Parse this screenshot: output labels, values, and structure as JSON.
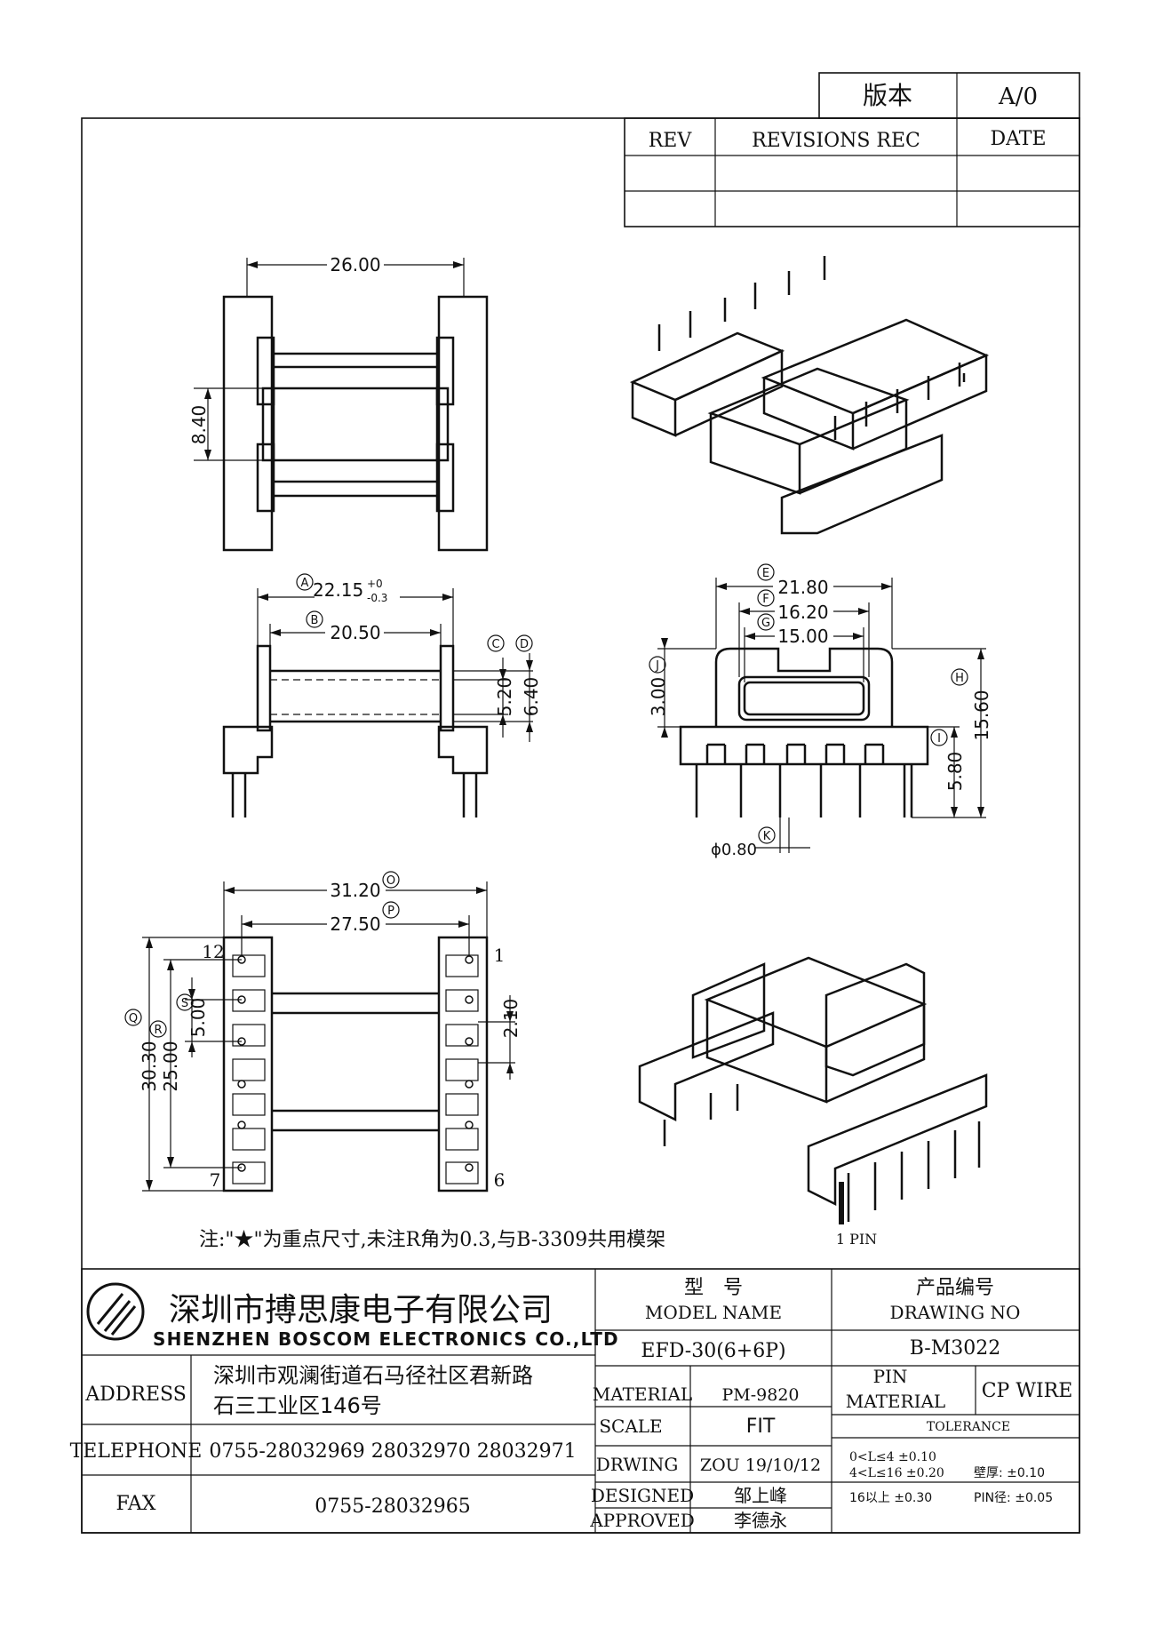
{
  "version_box": {
    "label": "版本",
    "value": "A/0"
  },
  "revisions": {
    "headers": [
      "REV",
      "REVISIONS REC",
      "DATE"
    ]
  },
  "dims": {
    "top_width": "26.00",
    "top_gap": "8.40",
    "A": "22.15",
    "A_tol_plus": "+0",
    "A_tol_minus": "-0.3",
    "B": "20.50",
    "C": "5.20",
    "D": "6.40",
    "E": "21.80",
    "F": "16.20",
    "G": "15.00",
    "H": "15.60",
    "I": "5.80",
    "J": "3.00",
    "K": "ϕ0.80",
    "O": "31.20",
    "P": "27.50",
    "Q": "30.30",
    "R": "25.00",
    "S": "5.00",
    "pitch": "2.10"
  },
  "markers": {
    "A": "A",
    "B": "B",
    "C": "C",
    "D": "D",
    "E": "E",
    "F": "F",
    "G": "G",
    "H": "H",
    "I": "I",
    "J": "J",
    "K": "K",
    "O": "O",
    "P": "P",
    "Q": "Q",
    "R": "R",
    "S": "S"
  },
  "pins": {
    "p12": "12",
    "p1": "1",
    "p7": "7",
    "p6": "6",
    "pin1_label": "1 PIN"
  },
  "note": "注:\"★\"为重点尺寸,未注R角为0.3,与B-3309共用模架",
  "company": {
    "name_cn": "深圳市搏思康电子有限公司",
    "name_en": "SHENZHEN BOSCOM ELECTRONICS CO.,LTD"
  },
  "title_block": {
    "model_label_cn": "型　号",
    "model_label_en": "MODEL NAME",
    "drawing_label_cn": "产品编号",
    "drawing_label_en": "DRAWING NO",
    "model_value": "EFD-30(6+6P)",
    "drawing_value": "B-M3022",
    "address_label": "ADDRESS",
    "address_line1": "深圳市观澜街道石马径社区君新路",
    "address_line2": "石三工业区146号",
    "telephone_label": "TELEPHONE",
    "telephone_value": "0755-28032969 28032970 28032971",
    "fax_label": "FAX",
    "fax_value": "0755-28032965",
    "material_label": "MATERIAL",
    "material_value": "PM-9820",
    "pin_material_label1": "PIN",
    "pin_material_label2": "MATERIAL",
    "pin_material_value": "CP WIRE",
    "scale_label": "SCALE",
    "scale_value": "FIT",
    "tolerance_label": "TOLERANCE",
    "drawing_by_label": "DRWING",
    "drawing_by_value": "ZOU 19/10/12",
    "designed_label": "DESIGNED",
    "designed_value": "邹上峰",
    "approved_label": "APPROVED",
    "approved_value": "李德永",
    "tol1": "0<L≤4  ±0.10",
    "tol2": "4<L≤16  ±0.20",
    "tol2b": "壁厚:  ±0.10",
    "tol3": "16以上    ±0.30",
    "tol3b": "PIN径: ±0.05"
  }
}
